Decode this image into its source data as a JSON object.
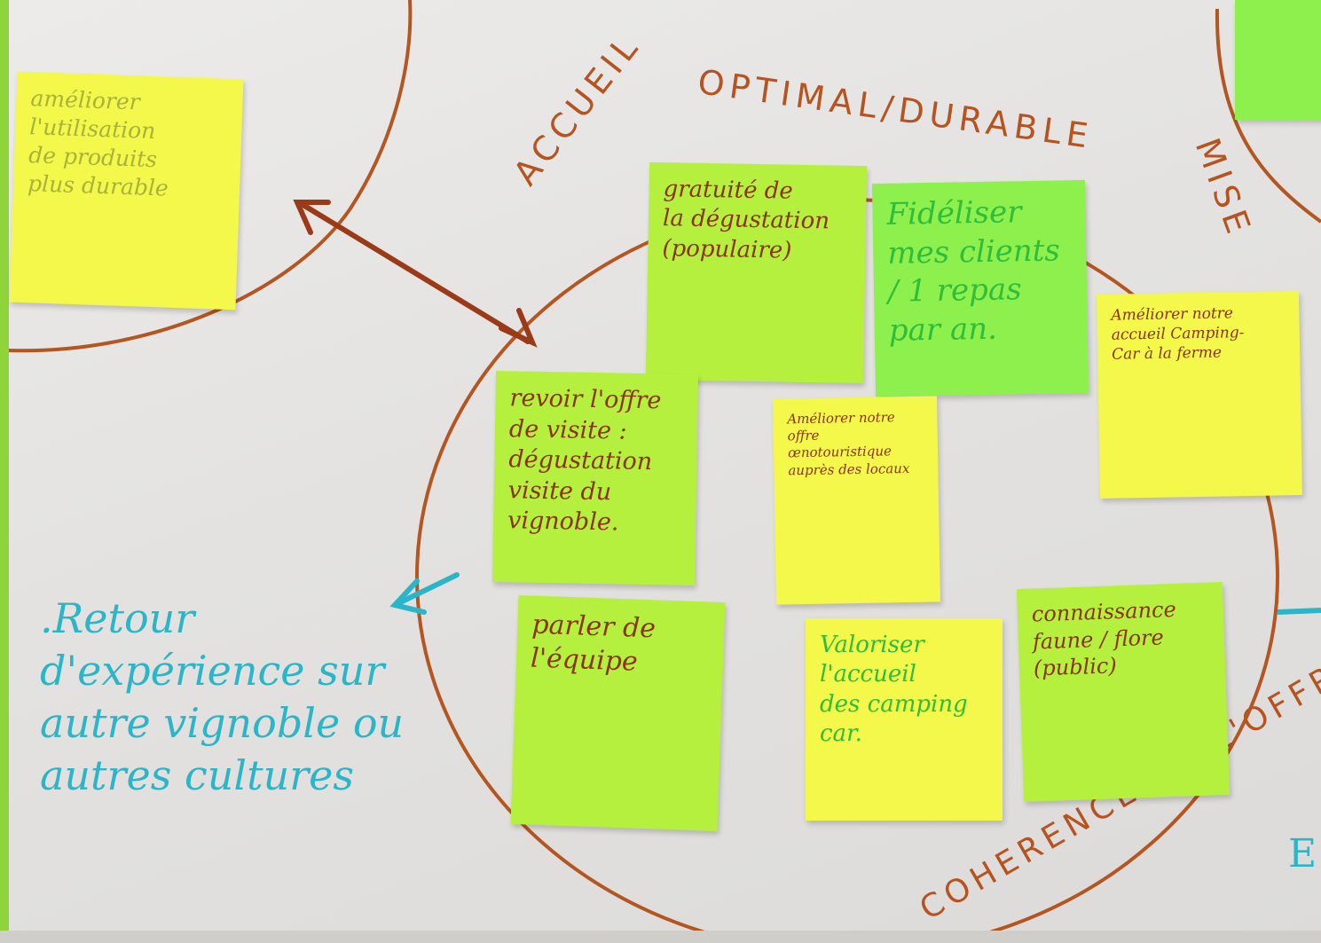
{
  "board": {
    "labels": {
      "accueil": "ACCUEIL",
      "optimal": "OPTIMAL/DURABLE",
      "mise": "MISE",
      "coherence": "COHERENCE DE L'OFFRE"
    },
    "blue_text": ".Retour\nd'expérience sur\nautre vignoble ou\nautres cultures",
    "right_partial": "E"
  },
  "notes": [
    {
      "text": "améliorer\nl'utilisation\nde produits\nplus durable"
    },
    {
      "text": "gratuité de\nla dégustation\n(populaire)"
    },
    {
      "text": "Fidéliser\nmes clients\n/ 1 repas\npar an."
    },
    {
      "text": "Améliorer notre\naccueil Camping-\nCar à la ferme"
    },
    {
      "text": "revoir l'offre\nde visite :\ndégustation\nvisite du\nvignoble."
    },
    {
      "text": "Améliorer notre\noffre œnotouristique\nauprès des locaux"
    },
    {
      "text": "parler de\nl'équipe"
    },
    {
      "text": "Valoriser\nl'accueil\ndes camping\ncar."
    },
    {
      "text": "connaissance\nfaune / flore\n(public)"
    }
  ]
}
